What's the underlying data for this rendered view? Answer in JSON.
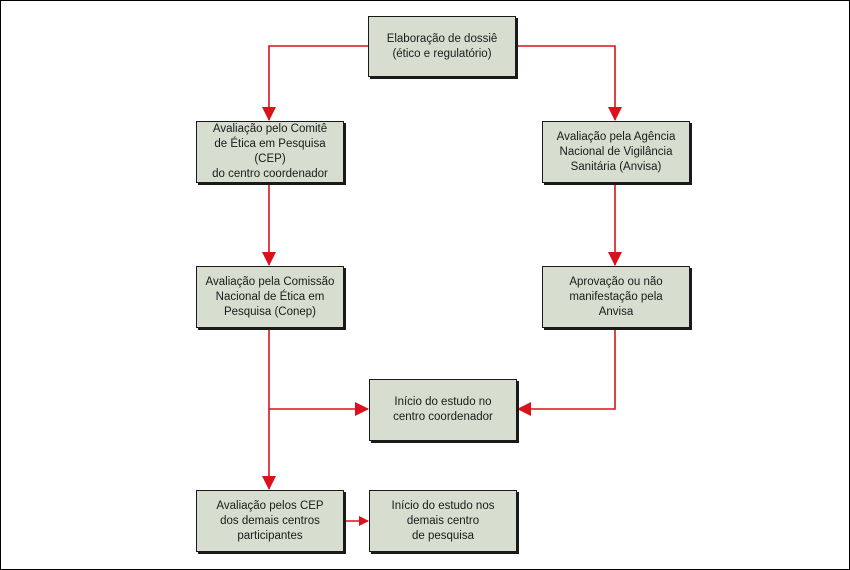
{
  "colors": {
    "box_fill": "#d7ded0",
    "arrow": "#d9121b",
    "border": "#1a1a1a"
  },
  "nodes": {
    "dossie": "Elaboração de dossiê\n(ético e regulatório)",
    "cep": "Avaliação pelo Comitê\nde Ética em Pesquisa (CEP)\ndo centro coordenador",
    "anvisa": "Avaliação pela Agência\nNacional de Vigilância\nSanitária (Anvisa)",
    "conep": "Avaliação pela Comissão\nNacional de Ética em\nPesquisa (Conep)",
    "aprovacao": "Aprovação ou não\nmanifestação pela\nAnvisa",
    "inicio_coordenador": "Início do estudo no\ncentro coordenador",
    "ceps_participantes": "Avaliação pelos CEP\ndos demais centros\nparticipantes",
    "inicio_demais": "Início do estudo nos\ndemais centro\nde pesquisa"
  }
}
